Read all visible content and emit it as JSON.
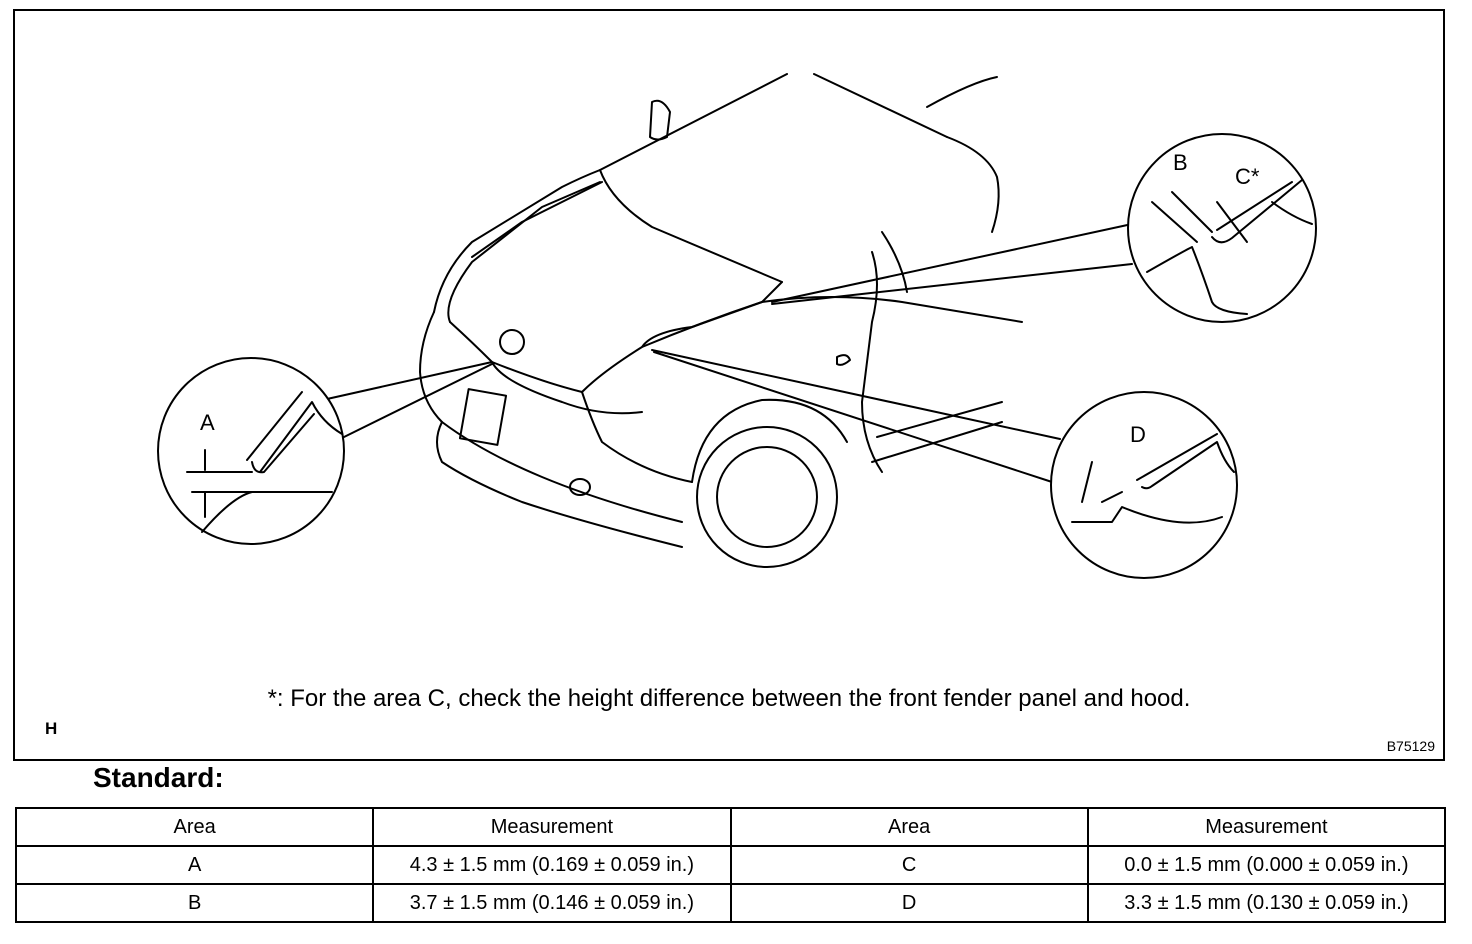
{
  "figure": {
    "callouts": {
      "a": "A",
      "b": "B",
      "c": "C*",
      "d": "D"
    },
    "footnote": "*: For the area C, check the height difference between the front fender panel and hood.",
    "section_code": "H",
    "figure_id": "B75129"
  },
  "standard": {
    "label": "Standard:",
    "headers": [
      "Area",
      "Measurement",
      "Area",
      "Measurement"
    ],
    "rows": [
      [
        "A",
        "4.3 ± 1.5 mm (0.169 ± 0.059 in.)",
        "C",
        "0.0 ± 1.5 mm (0.000 ± 0.059 in.)"
      ],
      [
        "B",
        "3.7 ± 1.5 mm (0.146 ± 0.059 in.)",
        "D",
        "3.3 ± 1.5 mm (0.130 ± 0.059 in.)"
      ]
    ]
  }
}
